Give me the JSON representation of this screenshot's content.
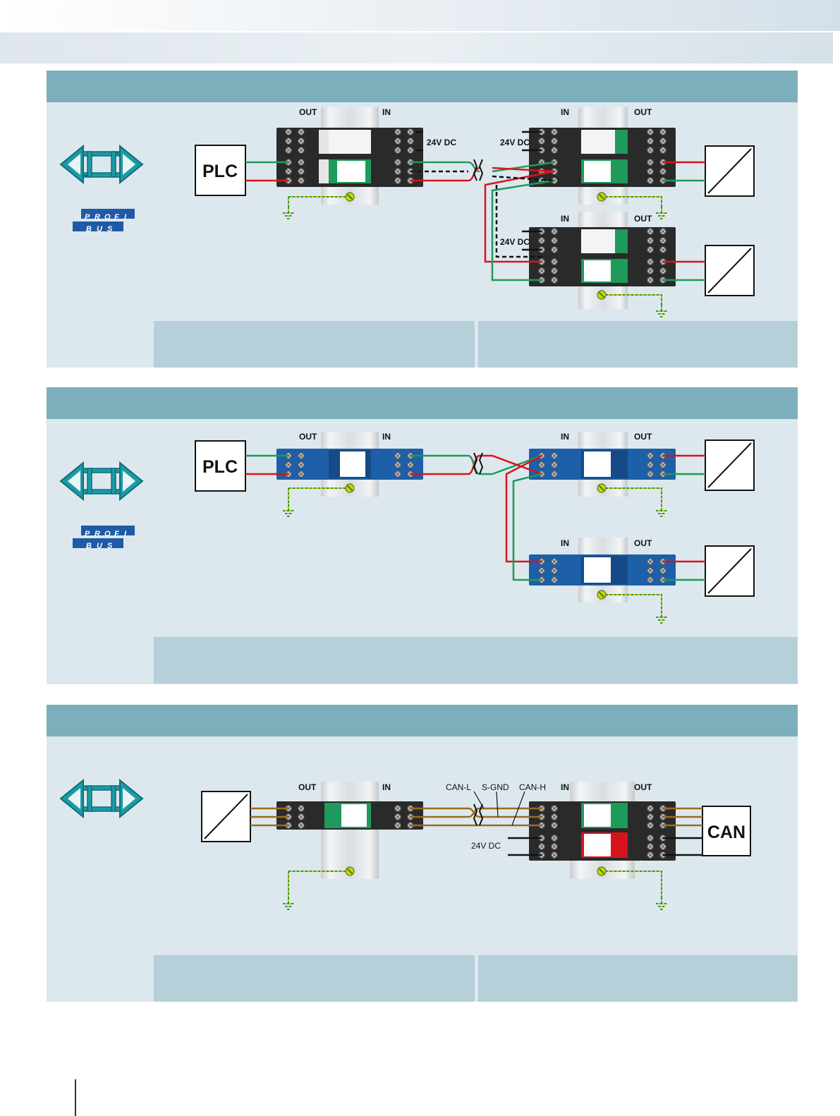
{
  "diagram1": {
    "out_label": "OUT",
    "in_label": "IN",
    "voltage": "24V DC",
    "plc_label": "PLC",
    "logo_top": [
      "P",
      "R",
      "O",
      "F",
      "I"
    ],
    "logo_bottom": [
      "B",
      "U",
      "S"
    ]
  },
  "diagram2": {
    "out_label": "OUT",
    "in_label": "IN",
    "plc_label": "PLC",
    "logo_top": [
      "P",
      "R",
      "O",
      "F",
      "I"
    ],
    "logo_bottom": [
      "B",
      "U",
      "S"
    ]
  },
  "diagram3": {
    "out_label": "OUT",
    "in_label": "IN",
    "voltage": "24V DC",
    "can_label": "CAN",
    "can_l": "CAN-L",
    "s_gnd": "S-GND",
    "can_h": "CAN-H"
  },
  "colors": {
    "title_bar": "#7caebb",
    "panel_bg": "#dde8ee",
    "footer": "#b6d0da",
    "wire_red": "#d7141d",
    "wire_green": "#1e9a5a",
    "wire_brown": "#9c6b1e",
    "module_blue": "#1d5fa8",
    "module_black": "#2a2a2a",
    "logo_teal": "#1b9aa6",
    "profibus_blue": "#1f5aa6"
  }
}
